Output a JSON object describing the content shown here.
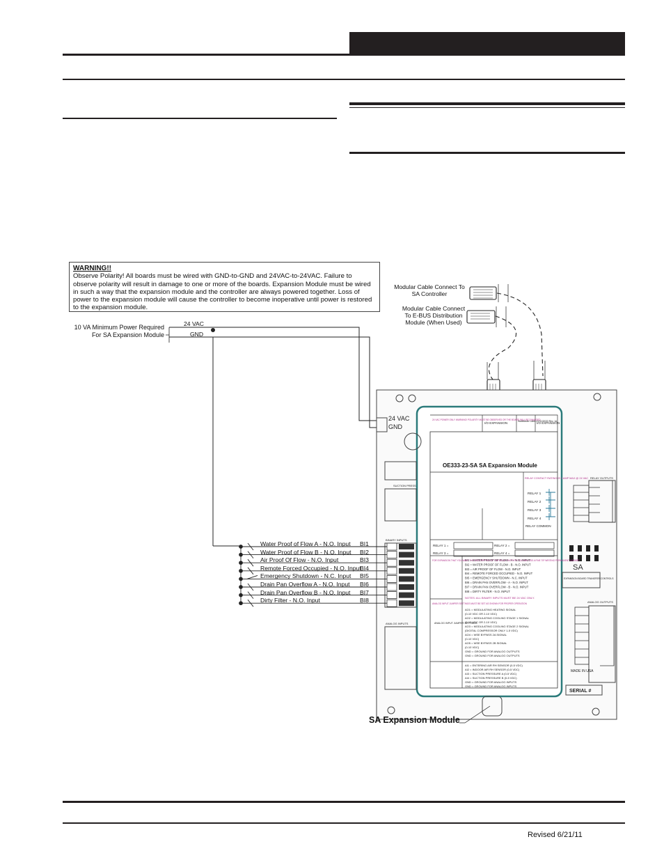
{
  "warning": {
    "heading": "WARNING!!",
    "body": "Observe Polarity! All boards must be wired with GND-to-GND and 24VAC-to-24VAC. Failure to observe polarity will result in damage to one or more of the boards. Expansion Module must be wired in such a way that the expansion module and the controller are always powered together. Loss of power to the expansion module will cause the controller to become inoperative until power is restored to the expansion module."
  },
  "power": {
    "requirement": "10 VA Minimum Power Required For SA Expansion Module",
    "line_24vac": "24 VAC",
    "line_gnd": "GND"
  },
  "cables": {
    "sa_controller": "Modular Cable Connect To SA Controller",
    "ebus": "Modular Cable Connect To E-BUS Distribution Module (When Used)"
  },
  "inputs": [
    {
      "label": "Water Proof of Flow A - N.O. Input",
      "id": "BI1"
    },
    {
      "label": "Water Proof of Flow B - N.O. Input",
      "id": "BI2"
    },
    {
      "label": "Air Proof Of Flow - N.O. Input",
      "id": "BI3"
    },
    {
      "label": "Remote Forced Occupied - N.O. Input",
      "id": "BI4"
    },
    {
      "label": "Emergency Shutdown - N.C. Input",
      "id": "BI5"
    },
    {
      "label": "Drain Pan Overflow A - N.O. Input",
      "id": "BI6"
    },
    {
      "label": "Drain Pan Overflow B - N.O. Input",
      "id": "BI7"
    },
    {
      "label": "Dirty Filter - N.O. Input",
      "id": "BI8"
    }
  ],
  "board": {
    "title": "OE333-23-SA  SA Expansion Module",
    "vac_label": "24 VAC",
    "gnd_label": "GND",
    "header_left": "24 VAC POWER ONLY WARNING! POLARITY MUST BE OBSERVED OR THE BOARD WILL BE DAMAGED",
    "header_exp1": "I/O EXPANSION",
    "header_mid": "WattMaster Label #YS102033 Rev. 1A",
    "header_exp2": "I/O EXPANSION",
    "relay_rating": "RELAY CONTACT RATING IS 1 AMP MAX @ 24 VAC",
    "relays": [
      "RELAY 1",
      "RELAY 2",
      "RELAY 3",
      "RELAY 4"
    ],
    "relay_common": "RELAY COMMON",
    "relay_fields": [
      "RELAY 1 =",
      "RELAY 2 =",
      "RELAY 3 =",
      "RELAY 4 ="
    ],
    "bi_note": "FOR EXPANSION THAT YOU WANT THE DESCRIPTION OF THE RELAY OUTPUTS YOU MAY USE A FINE TIP WRITING PERMANENT MARKER",
    "bi_list": [
      "BI1 = WATER PROOF OF FLOW - A - N.O. INPUT",
      "BI2 = WATER PROOF OF FLOW - B - N.O. INPUT",
      "BI3 = AIR PROOF OF FLOW - N.O. INPUT",
      "BI4 = REMOTE FORCED OCCUPIED - N.O. INPUT",
      "BI5 = EMERGENCY SHUTDOWN - N.C. INPUT",
      "BI6 = DRAIN PAN OVERFLOW - A - N.O. INPUT",
      "BI7 = DRAIN PAN OVERFLOW - B - N.O. INPUT",
      "BI8 = DIRTY FILTER - N.O. INPUT"
    ],
    "bi_notes": "NOTES: ALL BINARY INPUTS MUST BE 24 VAC ONLY.",
    "ai_note": "ANALOG INPUT JUMPER SETTINGS MUST BE SET AS SHOWN FOR PROPER OPERATION",
    "ai_jumper_title": "ANALOG INPUT JUMPER SETTINGS",
    "ao_list": [
      "AO1 = MODULATING HEATING SIGNAL",
      "(0-10 VDC OR 2-10 VDC)",
      "AO2 = MODULATING COOLING STAGE 1 SIGNAL",
      "(0-10 VDC OR 2-10 VDC)",
      "AO3 = MODULATING COOLING STAGE 2 SIGNAL",
      "(DIGITAL COMPRESSOR ONLY 1-5 VDC)",
      "AO4 = WSE BYPASS 2A SIGNAL",
      "(0-10 VDC)",
      "AO5 = WSE BYPASS 2B SIGNAL",
      "(0-10 VDC)",
      "GND = GROUND FOR ANALOG OUTPUTS",
      "GND = GROUND FOR ANALOG OUTPUTS"
    ],
    "ai_list": [
      "AI1 = ENTERING AIR RH SENSOR (0-5 VDC)",
      "AI2 = INDOOR AIR RH SENSOR (0-5 VDC)",
      "AI3 = SUCTION PRESSURE A (0-5 VDC)",
      "AI4 = SUCTION PRESSURE B (0-5 VDC)",
      "GND = GROUND FOR ANALOG INPUTS",
      "GND = GROUND FOR ANALOG INPUTS"
    ],
    "sa_badge": "SA",
    "sa_badge_sub": "EXPANSION BOARD  TRANSFER CONTROLS",
    "made_in": "MADE IN USA",
    "serial": "SERIAL #",
    "relay_outputs": "RELAY OUTPUTS",
    "analog_outputs": "ANALOG OUTPUTS",
    "binary_inputs": "BINARY INPUTS",
    "analog_inputs": "ANALOG INPUTS",
    "suction_press": "SUCTION PRESS"
  },
  "caption": "SA Expansion Module",
  "revised": "Revised 6/21/11"
}
